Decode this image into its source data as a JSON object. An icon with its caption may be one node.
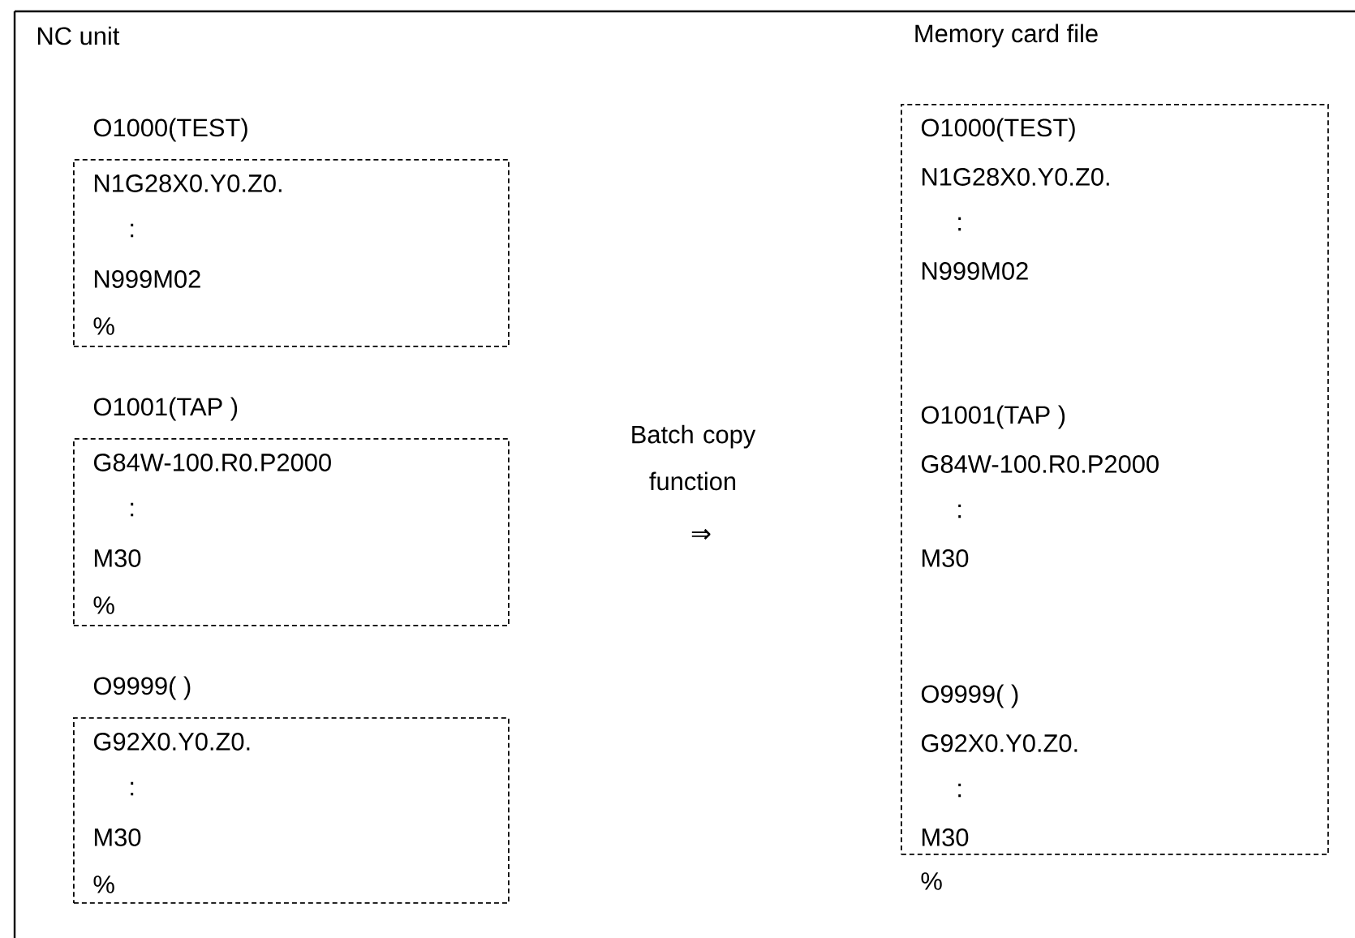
{
  "diagram": {
    "nodes": [
      {
        "text": [
          "O1000(TEST)",
          "N1G28X0.Y0.Z0.",
          ":",
          "N999M02",
          "%"
        ]
      },
      {
        "text": [
          "O1001(TAP )",
          "G84W-100.R0.P2000",
          ":",
          "M30",
          "%"
        ]
      },
      {
        "text": [
          "O9999( )",
          "G92X0.Y0.Z0.",
          ":",
          "M30",
          "%"
        ]
      },
      {
        "text": [
          "O1000(TEST)",
          "N1G28X0.Y0.Z0.",
          ":",
          "N999M02",
          "O1001(TAP )",
          "G84W-100.R0.P2000",
          ":",
          "M30",
          "O9999( )",
          "G92X0.Y0.Z0.",
          ":",
          "M30"
        ],
        "beside": [
          "%"
        ]
      }
    ],
    "edges": [],
    "labels": [
      "NC unit",
      "Memory card file",
      "Batch copy function",
      "⇒"
    ]
  }
}
